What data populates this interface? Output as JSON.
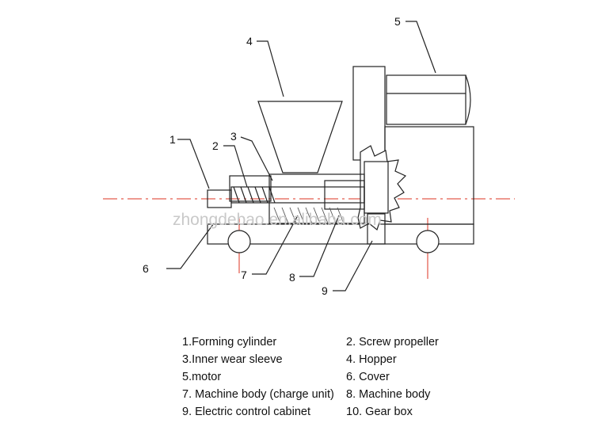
{
  "callouts": [
    "1",
    "2",
    "3",
    "4",
    "5",
    "6",
    "7",
    "8",
    "9"
  ],
  "watermark": "zhongdebao.en.alibaba.com",
  "legend": [
    "1.Forming cylinder",
    "2. Screw propeller",
    "3.Inner wear sleeve",
    "4. Hopper",
    "5.motor",
    "6. Cover",
    "7. Machine body (charge unit)",
    "8. Machine body",
    "9. Electric control cabinet",
    "10. Gear box"
  ]
}
